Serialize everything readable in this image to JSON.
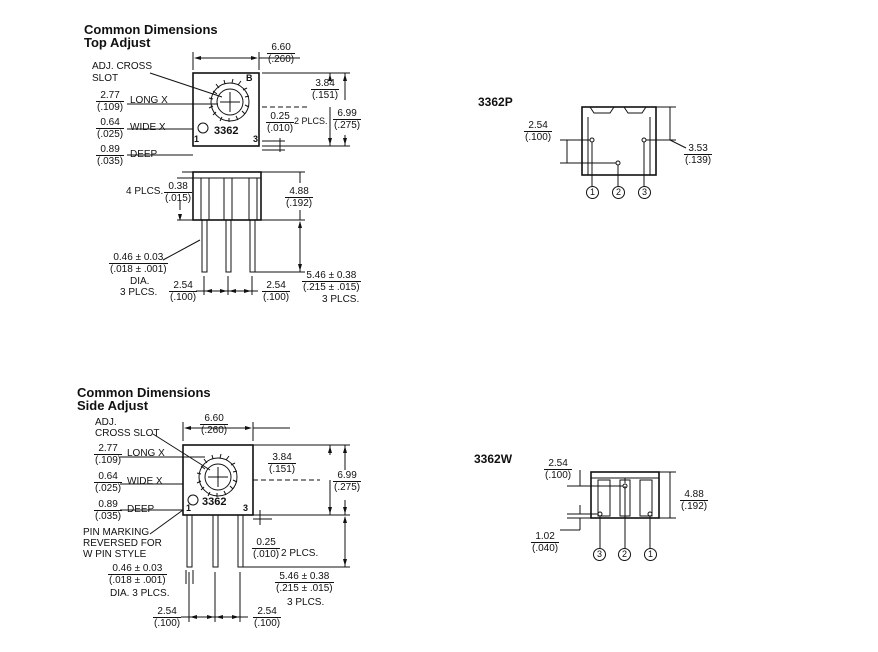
{
  "top_section": {
    "title_line1": "Common Dimensions",
    "title_line2": "Top Adjust",
    "slot_label_1": "ADJ. CROSS",
    "slot_label_2": "SLOT",
    "long_x": {
      "top": "2.77",
      "bot": "(.109)",
      "label": "LONG X"
    },
    "wide_x": {
      "top": "0.64",
      "bot": "(.025)",
      "label": "WIDE X"
    },
    "deep": {
      "top": "0.89",
      "bot": "(.035)",
      "label": "DEEP"
    },
    "width": {
      "top": "6.60",
      "bot": "(.260)"
    },
    "d384": {
      "top": "3.84",
      "bot": "(.151)"
    },
    "d699": {
      "top": "6.99",
      "bot": "(.275)"
    },
    "d025": {
      "top": "0.25",
      "bot": "(.010)",
      "label": "2 PLCS."
    },
    "model": "3362",
    "pin1": "1",
    "pin3": "3",
    "plcs4": "4 PLCS.",
    "d038": {
      "top": "0.38",
      "bot": "(.015)"
    },
    "d488": {
      "top": "4.88",
      "bot": "(.192)"
    },
    "dia": {
      "top": "0.46 ± 0.03",
      "bot": "(.018 ± .001)",
      "l1": "DIA.",
      "l2": "3 PLCS."
    },
    "d546": {
      "top": "5.46 ± 0.38",
      "bot": "(.215 ± .015)",
      "label": "3 PLCS."
    },
    "pitch_left": {
      "top": "2.54",
      "bot": "(.100)"
    },
    "pitch_right": {
      "top": "2.54",
      "bot": "(.100)"
    }
  },
  "side_section": {
    "title_line1": "Common Dimensions",
    "title_line2": "Side Adjust",
    "slot_label_1": "ADJ.",
    "slot_label_2": "CROSS SLOT",
    "long_x": {
      "top": "2.77",
      "bot": "(.109)",
      "label": "LONG X"
    },
    "wide_x": {
      "top": "0.64",
      "bot": "(.025)",
      "label": "WIDE X"
    },
    "deep": {
      "top": "0.89",
      "bot": "(.035)",
      "label": "DEEP"
    },
    "width": {
      "top": "6.60",
      "bot": "(.260)"
    },
    "d384": {
      "top": "3.84",
      "bot": "(.151)"
    },
    "d699": {
      "top": "6.99",
      "bot": "(.275)"
    },
    "pin_marking_1": "PIN MARKING",
    "pin_marking_2": "REVERSED FOR",
    "pin_marking_3": "W PIN STYLE",
    "model": "3362",
    "pin1": "1",
    "pin3": "3",
    "d025": {
      "top": "0.25",
      "bot": "(.010)",
      "label": "2 PLCS."
    },
    "dia": {
      "top": "0.46 ± 0.03",
      "bot": "(.018 ± .001)",
      "l1": "DIA. 3 PLCS."
    },
    "d546": {
      "top": "5.46 ± 0.38",
      "bot": "(.215 ± .015)",
      "label": "3 PLCS."
    },
    "pitch_left": {
      "top": "2.54",
      "bot": "(.100)"
    },
    "pitch_right": {
      "top": "2.54",
      "bot": "(.100)"
    }
  },
  "p_view": {
    "label": "3362P",
    "d254": {
      "top": "2.54",
      "bot": "(.100)"
    },
    "d353": {
      "top": "3.53",
      "bot": "(.139)"
    },
    "pins": [
      "1",
      "2",
      "3"
    ]
  },
  "w_view": {
    "label": "3362W",
    "d254": {
      "top": "2.54",
      "bot": "(.100)"
    },
    "d488": {
      "top": "4.88",
      "bot": "(.192)"
    },
    "d102": {
      "top": "1.02",
      "bot": "(.040)"
    },
    "pins": [
      "3",
      "2",
      "1"
    ]
  },
  "logo_mark": "B"
}
